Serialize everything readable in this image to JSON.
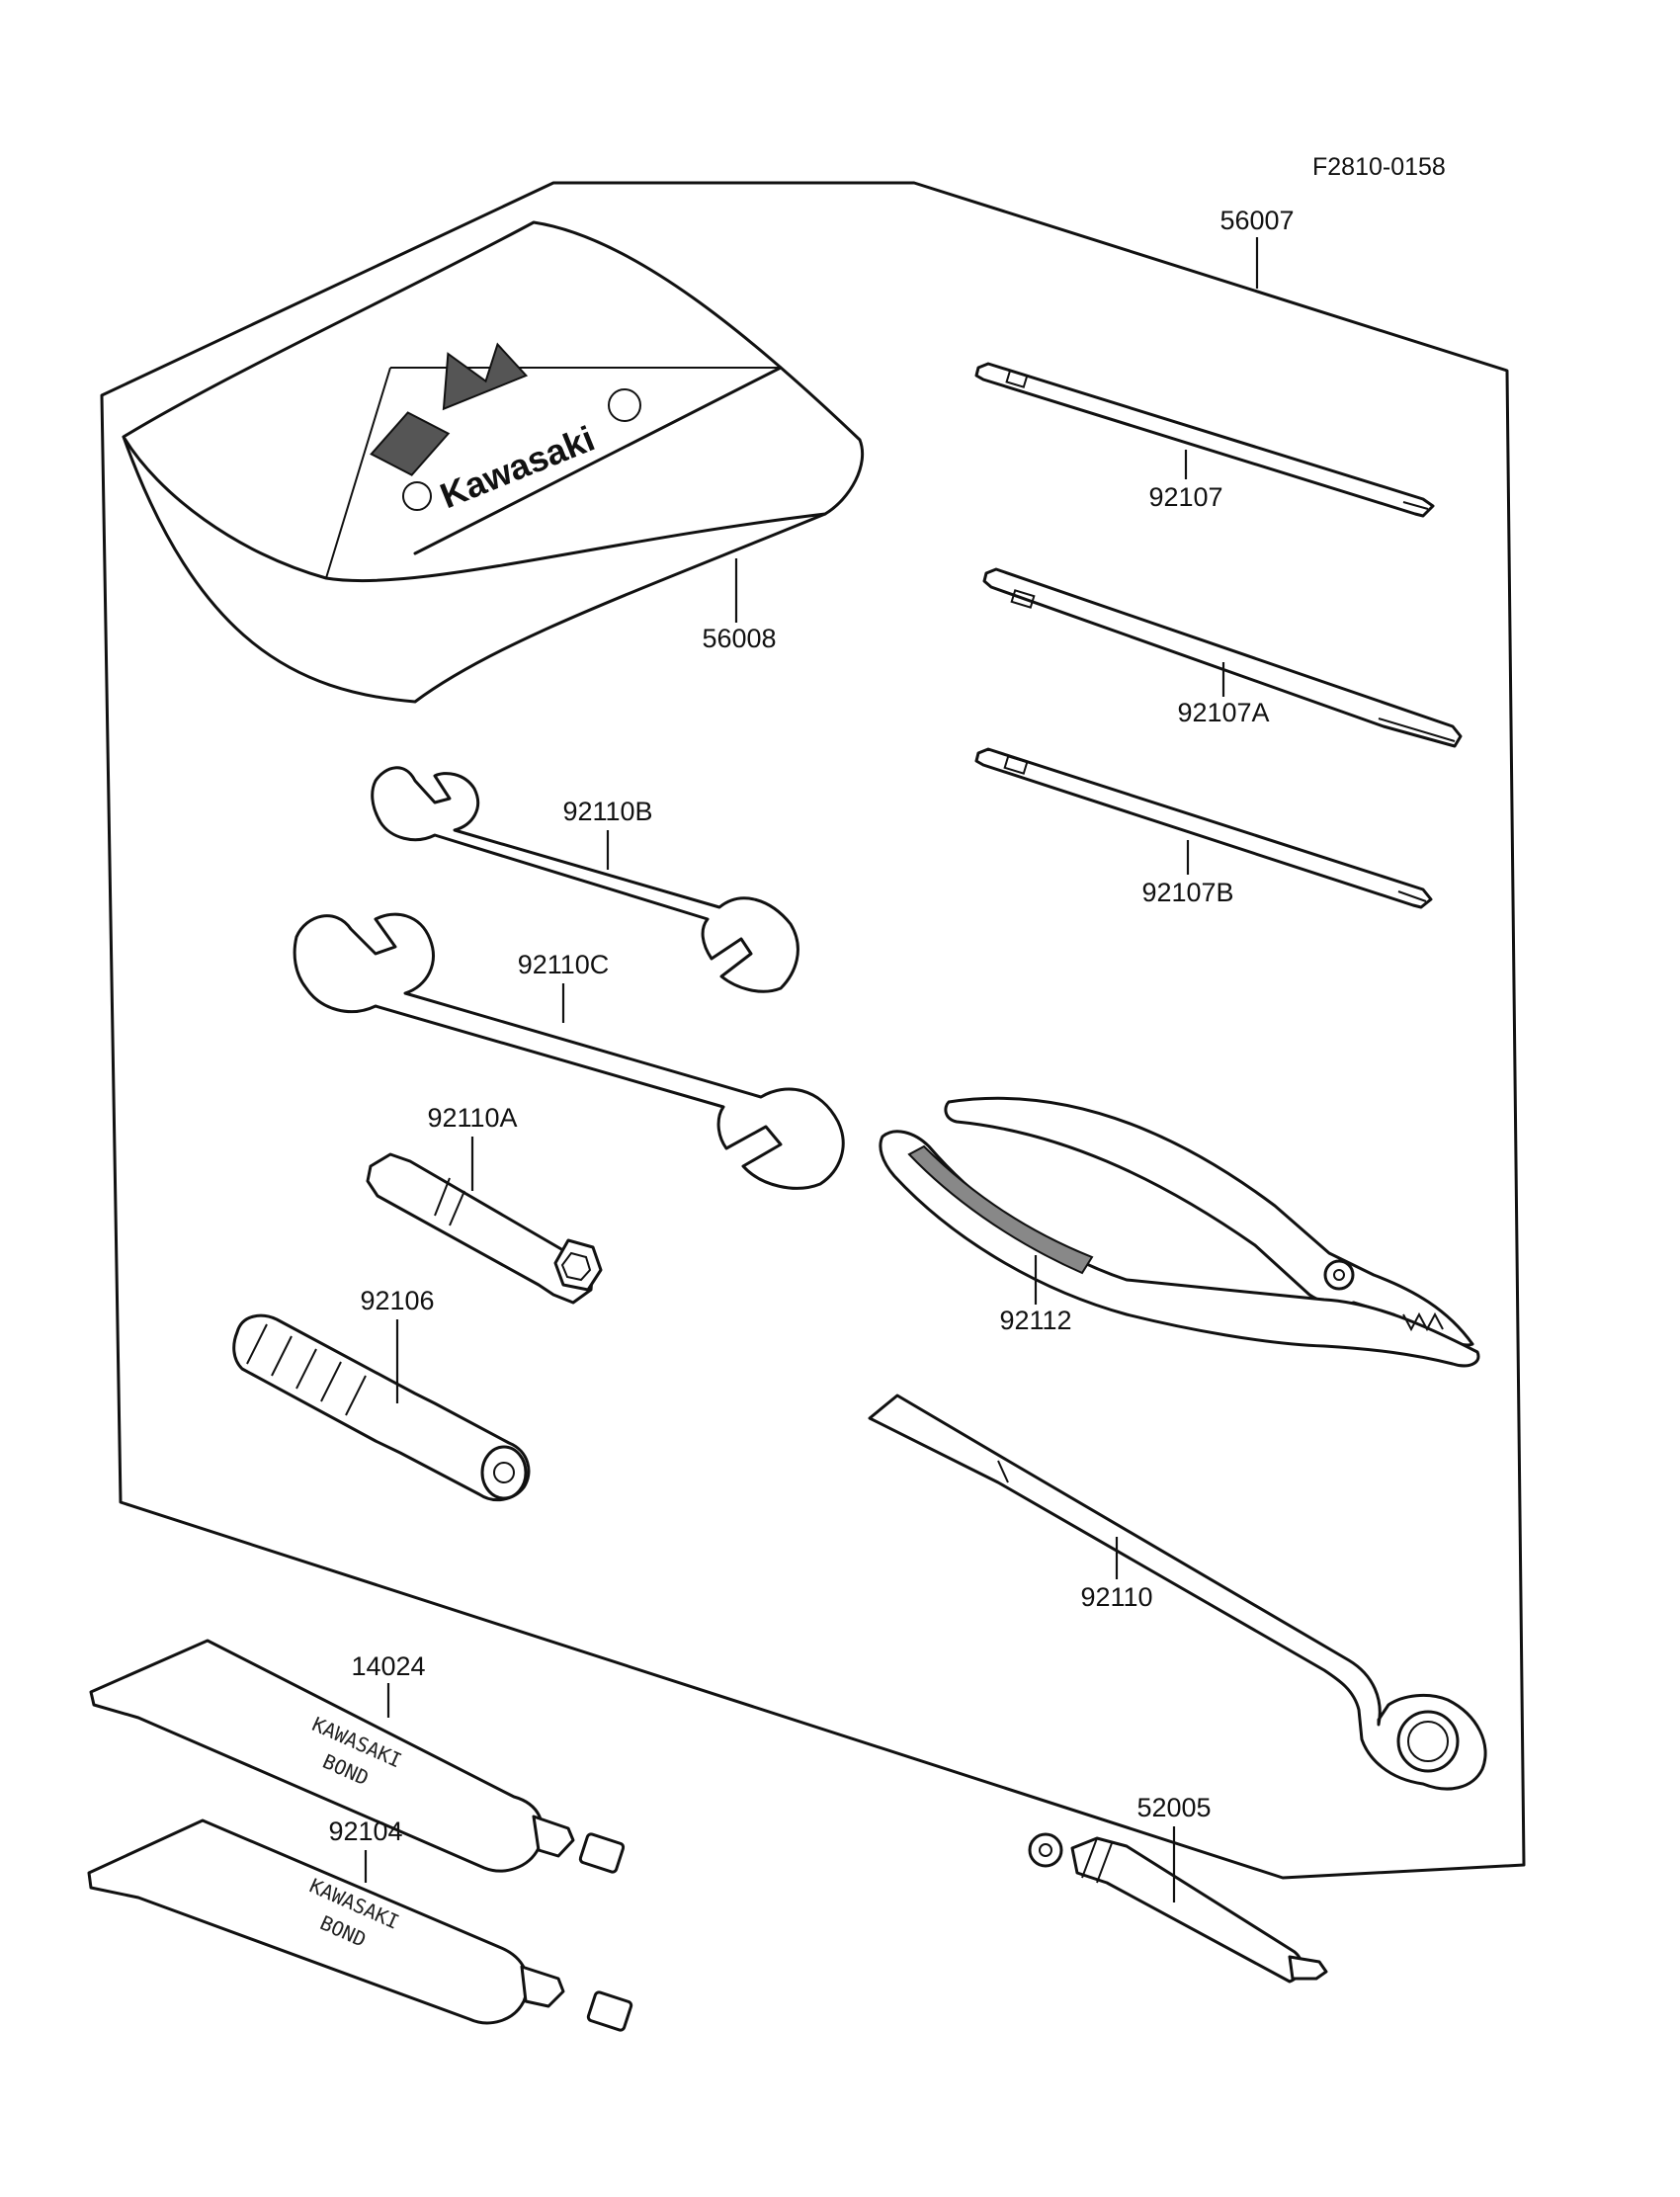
{
  "figure": {
    "drawing_code": "F2810-0158",
    "kit_part_number": "56007"
  },
  "parts": {
    "tool_bag": "56008",
    "screwdriver_phillips": "92107",
    "screwdriver_flat": "92107A",
    "screwdriver_small": "92107B",
    "wrench_small": "92110B",
    "wrench_large": "92110C",
    "plug_wrench": "92110A",
    "pliers": "92112",
    "handle": "92106",
    "box_wrench": "92110",
    "tube_upper": "14024",
    "tube_lower": "92104",
    "gauge": "52005"
  },
  "printed_lettering": {
    "bag_brand": "Kawasaki",
    "tube_brand_line1": "KAWASAKI",
    "tube_brand_line2": "BOND"
  },
  "colors": {
    "ink": "#111111",
    "paper": "#ffffff"
  }
}
